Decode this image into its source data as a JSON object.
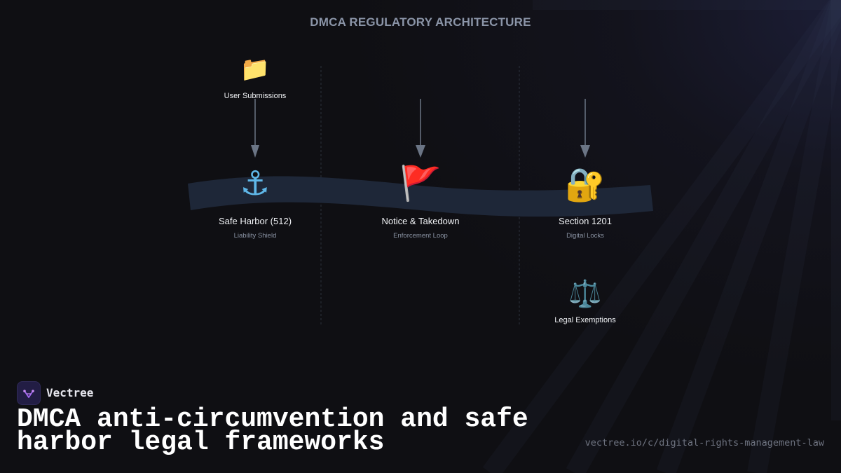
{
  "title": "DMCA REGULATORY ARCHITECTURE",
  "icons": {
    "folder": "📁",
    "anchor": "⚓",
    "flag": "🚩",
    "lock": "🔐",
    "scales": "⚖️"
  },
  "inputs": {
    "user_submissions": "User Submissions"
  },
  "pillars": [
    {
      "label": "Safe Harbor (512)",
      "sub": "Liability Shield"
    },
    {
      "label": "Notice & Takedown",
      "sub": "Enforcement Loop"
    },
    {
      "label": "Section 1201",
      "sub": "Digital Locks"
    }
  ],
  "outputs": {
    "legal_exemptions": "Legal Exemptions"
  },
  "brand": {
    "name": "Vectree"
  },
  "headline": "DMCA anti-circumvention and safe harbor legal frameworks",
  "url": "vectree.io/c/digital-rights-management-law",
  "colors": {
    "background": "#0f0f13",
    "band": "#1e2738",
    "arrow": "#6b7585",
    "brand_accent": "#a064f0"
  }
}
